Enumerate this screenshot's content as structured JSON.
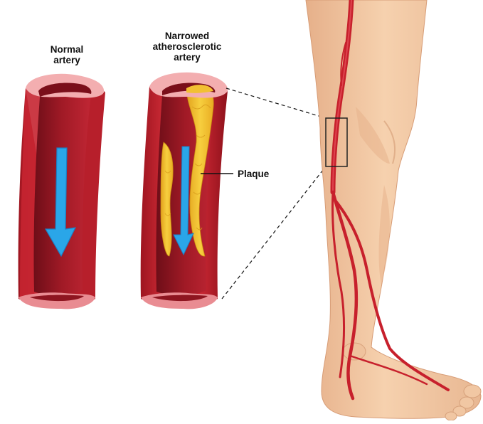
{
  "labels": {
    "normal_line1": "Normal",
    "normal_line2": "artery",
    "narrowed_line1": "Narrowed",
    "narrowed_line2": "atherosclerotic",
    "narrowed_line3": "artery",
    "plaque": "Plaque"
  },
  "colors": {
    "artery_wall": "#d42a36",
    "artery_inner": "#8c1420",
    "artery_rim": "#f2a9a9",
    "plaque": "#f4bf2c",
    "flow_arrow": "#2aa6e8",
    "skin": "#f3cba6",
    "skin_shadow": "#e2ad86"
  },
  "icons": [
    "flow-arrow-icon",
    "magnify-box-icon"
  ]
}
